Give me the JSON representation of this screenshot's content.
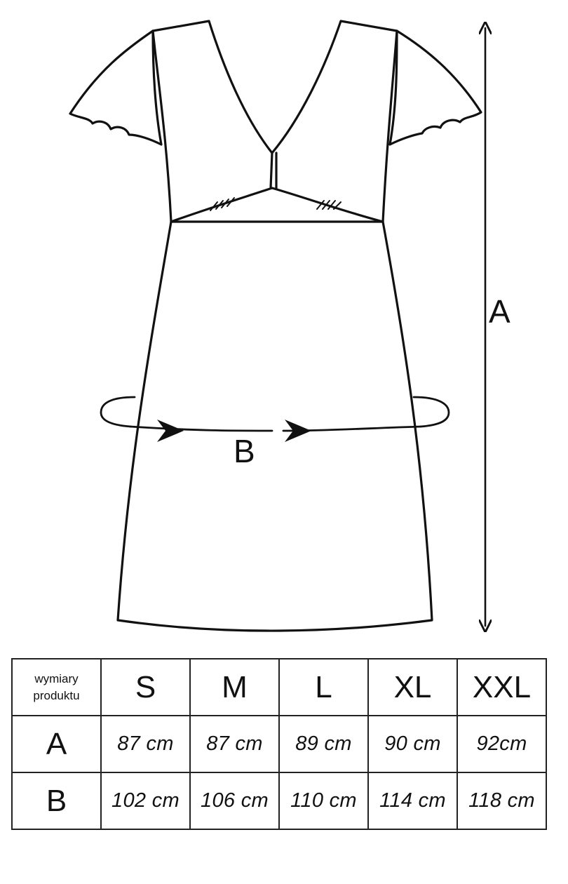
{
  "diagram": {
    "label_length": "A",
    "label_width": "B"
  },
  "table": {
    "corner": [
      "wymiary",
      "produktu"
    ],
    "sizes": [
      "S",
      "M",
      "L",
      "XL",
      "XXL"
    ],
    "rows": [
      {
        "label": "A",
        "values": [
          "87 cm",
          "87 cm",
          "89 cm",
          "90 cm",
          "92cm"
        ]
      },
      {
        "label": "B",
        "values": [
          "102 cm",
          "106 cm",
          "110 cm",
          "114 cm",
          "118 cm"
        ]
      }
    ]
  }
}
